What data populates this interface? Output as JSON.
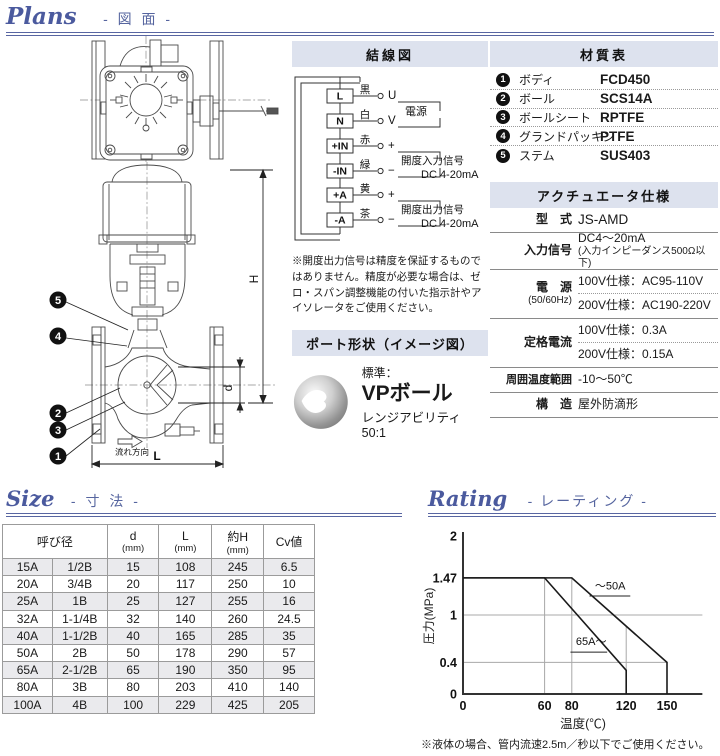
{
  "sections": {
    "plans_title": "Plans",
    "plans_subtitle": "- 図 面 -",
    "size_title": "Size",
    "size_subtitle": "- 寸 法 -",
    "rating_title": "Rating",
    "rating_subtitle": "- レーティング -"
  },
  "drawing": {
    "callout_1": "1",
    "callout_2": "2",
    "callout_3": "3",
    "callout_4": "4",
    "callout_5": "5",
    "dim_h": "H",
    "dim_d": "d",
    "dim_l": "L",
    "flow_label": "流れ方向"
  },
  "wiring": {
    "title": "結線図",
    "rows": [
      {
        "terminal": "L",
        "wire": "黒",
        "signal": "U"
      },
      {
        "terminal": "N",
        "wire": "白",
        "signal": "V"
      },
      {
        "terminal": "+IN",
        "wire": "赤",
        "signal": "+"
      },
      {
        "terminal": "-IN",
        "wire": "緑",
        "signal": "−"
      },
      {
        "terminal": "+A",
        "wire": "黄",
        "signal": "+"
      },
      {
        "terminal": "-A",
        "wire": "茶",
        "signal": "−"
      }
    ],
    "groups": [
      {
        "label": "電源",
        "sub": ""
      },
      {
        "label": "開度入力信号",
        "sub": "DC 4-20mA"
      },
      {
        "label": "開度出力信号",
        "sub": "DC 4-20mA"
      }
    ],
    "note": "※開度出力信号は精度を保証するものではありません。精度が必要な場合は、ゼロ・スパン調整機能の付いた指示計やアイソレータをご使用ください。"
  },
  "port": {
    "title": "ポート形状（イメージ図）",
    "standard_label": "標準：",
    "ball_name": "VPボール",
    "rangeability": "レンジアビリティ 50:1"
  },
  "materials": {
    "title": "材質表",
    "rows": [
      {
        "no": "1",
        "part": "ボディ",
        "material": "FCD450"
      },
      {
        "no": "2",
        "part": "ボール",
        "material": "SCS14A"
      },
      {
        "no": "3",
        "part": "ボールシート",
        "material": "RPTFE"
      },
      {
        "no": "4",
        "part": "グランドパッキン",
        "material": "PTFE"
      },
      {
        "no": "5",
        "part": "ステム",
        "material": "SUS403"
      }
    ]
  },
  "actuator": {
    "title": "アクチュエータ仕様",
    "model_label": "型　式",
    "model": "JS-AMD",
    "input_label": "入力信号",
    "input": "DC4〜20mA",
    "input_sub": "(入力インピーダンス500Ω以下)",
    "power_label": "電　源",
    "power_sub": "(50/60Hz)",
    "power_100": "100V仕様：AC95-110V",
    "power_200": "200V仕様：AC190-220V",
    "current_label": "定格電流",
    "current_100": "100V仕様：0.3A",
    "current_200": "200V仕様：0.15A",
    "temp_label": "周囲温度範囲",
    "temp": "-10〜50℃",
    "structure_label": "構　造",
    "structure": "屋外防滴形"
  },
  "size_table": {
    "headers": {
      "bore": "呼び径",
      "d": "d",
      "l": "L",
      "h": "約H",
      "unit": "(mm)",
      "cv": "Cv値"
    },
    "rows": [
      [
        "15A",
        "1/2B",
        "15",
        "108",
        "245",
        "6.5"
      ],
      [
        "20A",
        "3/4B",
        "20",
        "117",
        "250",
        "10"
      ],
      [
        "25A",
        "1B",
        "25",
        "127",
        "255",
        "16"
      ],
      [
        "32A",
        "1-1/4B",
        "32",
        "140",
        "260",
        "24.5"
      ],
      [
        "40A",
        "1-1/2B",
        "40",
        "165",
        "285",
        "35"
      ],
      [
        "50A",
        "2B",
        "50",
        "178",
        "290",
        "57"
      ],
      [
        "65A",
        "2-1/2B",
        "65",
        "190",
        "350",
        "95"
      ],
      [
        "80A",
        "3B",
        "80",
        "203",
        "410",
        "140"
      ],
      [
        "100A",
        "4B",
        "100",
        "229",
        "425",
        "205"
      ]
    ]
  },
  "chart_data": {
    "type": "line",
    "xlabel": "温度(℃)",
    "ylabel": "圧力(MPa)",
    "xlim": [
      0,
      176
    ],
    "ylim": [
      0,
      2
    ],
    "xticks": [
      0,
      60,
      80,
      120,
      150
    ],
    "yticks": [
      0,
      0.4,
      1,
      1.47,
      2
    ],
    "grid": true,
    "series": [
      {
        "name": "〜50A",
        "points": [
          [
            0,
            1.47
          ],
          [
            80,
            1.47
          ],
          [
            150,
            0.4
          ],
          [
            150,
            0
          ]
        ]
      },
      {
        "name": "65A〜",
        "points": [
          [
            0,
            1.47
          ],
          [
            60,
            1.47
          ],
          [
            120,
            0.3
          ],
          [
            120,
            0
          ]
        ]
      }
    ],
    "gridlines": {
      "vertical": [
        [
          60,
          1.47
        ],
        [
          80,
          1.47
        ],
        [
          120,
          0.86
        ],
        [
          150,
          0.4
        ]
      ],
      "horizontal": [
        [
          1,
          176
        ],
        [
          0.4,
          150
        ]
      ]
    },
    "annotations": [
      {
        "text": "〜50A",
        "x": 97,
        "y": 1.32,
        "ul": [
          93,
          123,
          1.24
        ]
      },
      {
        "text": "65A〜",
        "x": 83,
        "y": 0.62,
        "ul": [
          79,
          106,
          0.53
        ]
      }
    ]
  },
  "rating_note": "※液体の場合、管内流速2.5m／秒以下でご使用ください。"
}
